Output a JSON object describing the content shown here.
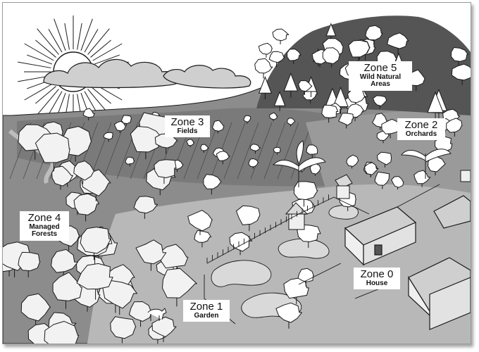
{
  "colors": {
    "ink": "#1a1a1a",
    "light_fill": "#e6e6e6",
    "mid_fill": "#8c8c8c",
    "dark_fill": "#555555",
    "label_bg": "#ffffff"
  },
  "zones": [
    {
      "id": "zone-5",
      "name": "Zone 5",
      "description": "Wild Natural Areas"
    },
    {
      "id": "zone-3",
      "name": "Zone 3",
      "description": "Fields"
    },
    {
      "id": "zone-2",
      "name": "Zone 2",
      "description": "Orchards"
    },
    {
      "id": "zone-4",
      "name": "Zone 4",
      "description": "Managed Forests"
    },
    {
      "id": "zone-0",
      "name": "Zone 0",
      "description": "House"
    },
    {
      "id": "zone-1",
      "name": "Zone 1",
      "description": "Garden"
    }
  ],
  "icons": [
    "sun-icon",
    "cloud-icon",
    "tree-icon",
    "house-icon",
    "hut-icon",
    "banana-plant-icon",
    "goat-icon"
  ]
}
